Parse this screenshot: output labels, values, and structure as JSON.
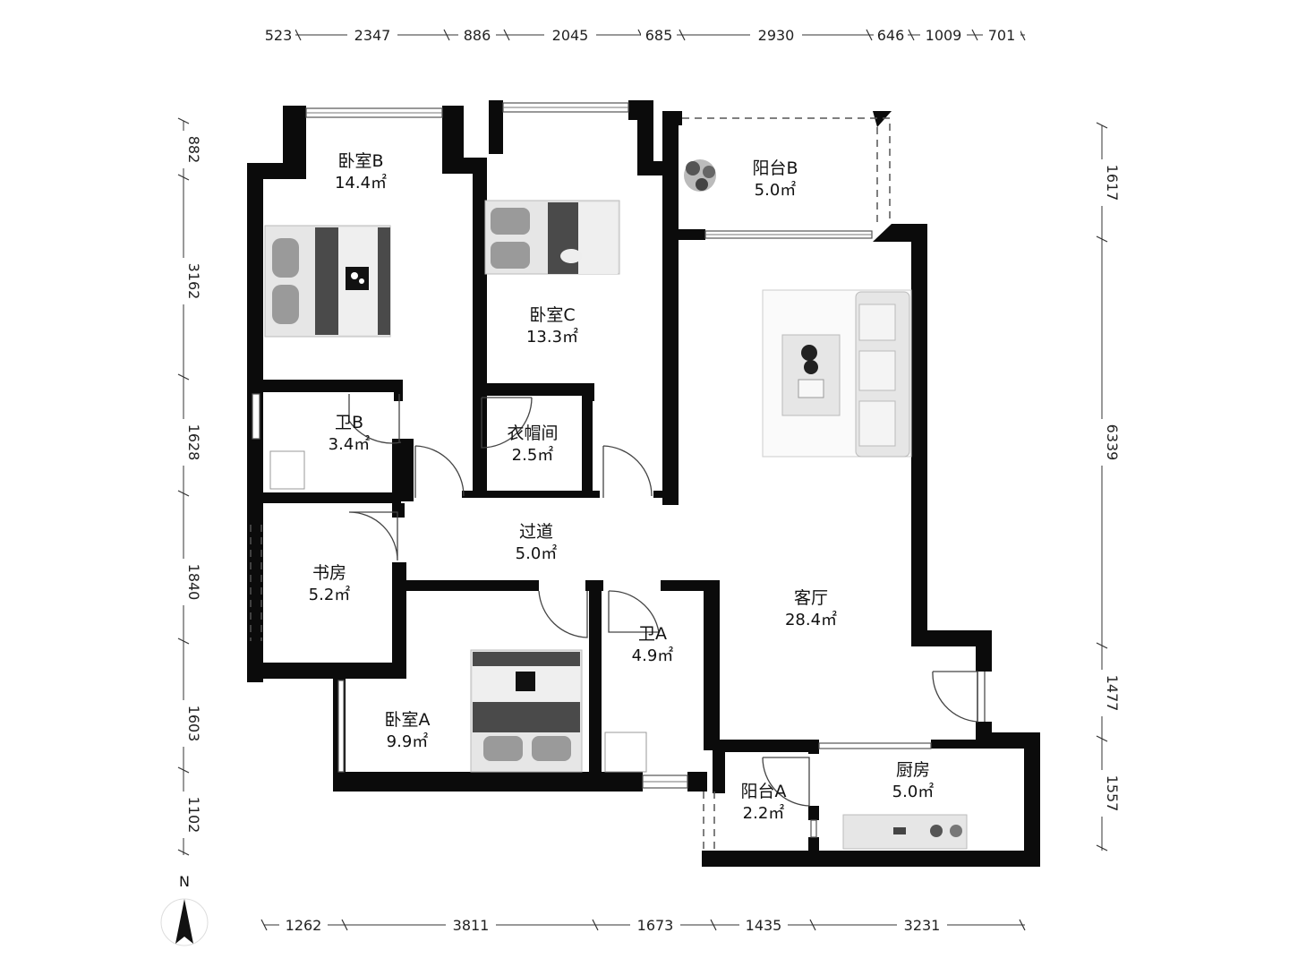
{
  "top_dimensions": [
    "523",
    "2347",
    "886",
    "2045",
    "685",
    "2930",
    "646",
    "1009",
    "701"
  ],
  "bottom_dimensions": [
    "1262",
    "3811",
    "1673",
    "1435",
    "3231"
  ],
  "left_dimensions": [
    "882",
    "3162",
    "1628",
    "1840",
    "1603",
    "1102"
  ],
  "right_dimensions": [
    "1617",
    "6339",
    "1477",
    "1557"
  ],
  "compass_label": "N",
  "rooms": {
    "bedroom_b": {
      "name": "卧室B",
      "area": "14.4㎡"
    },
    "bedroom_c": {
      "name": "卧室C",
      "area": "13.3㎡"
    },
    "balcony_b": {
      "name": "阳台B",
      "area": "5.0㎡"
    },
    "bath_b": {
      "name": "卫B",
      "area": "3.4㎡"
    },
    "closet": {
      "name": "衣帽间",
      "area": "2.5㎡"
    },
    "corridor": {
      "name": "过道",
      "area": "5.0㎡"
    },
    "study": {
      "name": "书房",
      "area": "5.2㎡"
    },
    "living": {
      "name": "客厅",
      "area": "28.4㎡"
    },
    "bath_a": {
      "name": "卫A",
      "area": "4.9㎡"
    },
    "bedroom_a": {
      "name": "卧室A",
      "area": "9.9㎡"
    },
    "balcony_a": {
      "name": "阳台A",
      "area": "2.2㎡"
    },
    "kitchen": {
      "name": "厨房",
      "area": "5.0㎡"
    }
  }
}
